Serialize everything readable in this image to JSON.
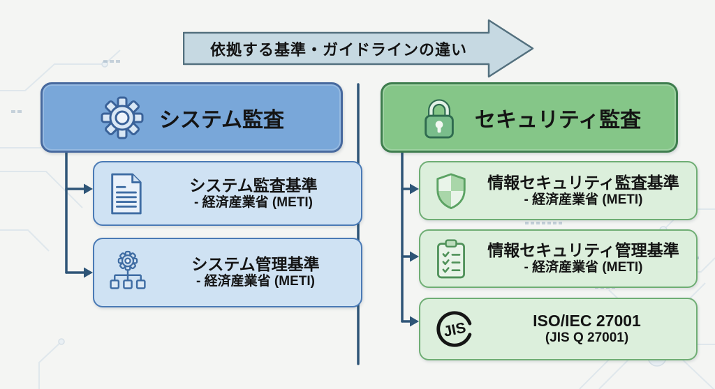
{
  "banner": {
    "label": "依拠する基準・ガイドラインの違い"
  },
  "left": {
    "header": {
      "label": "システム監査",
      "icon": "gear-icon"
    },
    "items": [
      {
        "title": "システム監査基準",
        "subtitle": "- 経済産業省 (METI)",
        "icon": "document-icon"
      },
      {
        "title": "システム管理基準",
        "subtitle": "- 経済産業省 (METI)",
        "icon": "gear-network-icon"
      }
    ]
  },
  "right": {
    "header": {
      "label": "セキュリティ監査",
      "icon": "lock-icon"
    },
    "items": [
      {
        "title": "情報セキュリティ監査基準",
        "subtitle": "- 経済産業省 (METI)",
        "icon": "shield-icon"
      },
      {
        "title": "情報セキュリティ管理基準",
        "subtitle": "- 経済産業省 (METI)",
        "icon": "clipboard-icon"
      },
      {
        "title": "ISO/IEC 27001",
        "subtitle": "(JIS Q 27001)",
        "icon": "jis-icon",
        "icon_label": "JIS"
      }
    ]
  },
  "colors": {
    "background": "#f4f5f3",
    "banner_fill": "#c6d9e2",
    "banner_border": "#53707e",
    "blue_header_fill": "#79a7d9",
    "blue_header_border": "#47699e",
    "blue_sub_fill": "#cfe2f3",
    "blue_sub_border": "#4a7ab5",
    "green_header_fill": "#85c688",
    "green_header_border": "#3e7d4e",
    "green_sub_fill": "#dcefdc",
    "green_sub_border": "#6fae74",
    "connector": "#2e5577",
    "text": "#141414"
  }
}
